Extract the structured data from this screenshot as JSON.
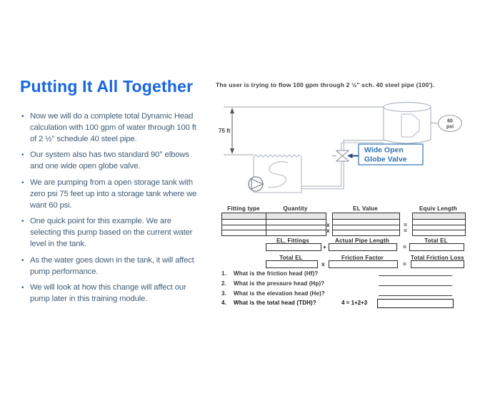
{
  "slide": {
    "title": "Putting It All Together",
    "bullets": [
      "Now we will do a complete total Dynamic Head calculation with 100 gpm of water through 100 ft of 2 ½\" schedule 40 steel pipe.",
      "Our system also has two standard 90° elbows and one wide open globe valve.",
      "We are pumping from a open storage tank with zero psi 75 feet up into a storage tank where we want 60 psi.",
      "One quick point for this example. We are selecting this pump based on the current water level in the tank.",
      "As the water goes down in the tank, it will affect pump performance.",
      "We will look at how this change will affect our pump later in this training module."
    ]
  },
  "diagram": {
    "caption": "The user is trying to flow 100 gpm through 2 ½\" sch. 40 steel pipe (100').",
    "elevation_label": "75 ft",
    "pressure_badge": {
      "line1": "60",
      "line2": "psi"
    },
    "callout": {
      "line1": "Wide Open",
      "line2": "Globe Valve"
    }
  },
  "worksheet": {
    "headers": {
      "fitting_type": "Fitting type",
      "quantity": "Quantity",
      "el_value": "EL Value",
      "equiv_length": "Equiv Length"
    },
    "fittings_row": {
      "el_fittings": "EL, Fittings",
      "actual_pipe_length": "Actual Pipe Length",
      "total_el": "Total EL"
    },
    "friction_row": {
      "total_el": "Total EL",
      "friction_factor": "Friction Factor",
      "total_friction_loss": "Total Friction Loss"
    },
    "operators": {
      "multiply": "x",
      "plus": "+",
      "equals": "="
    }
  },
  "questions": [
    {
      "num": "1.",
      "text": "What is the friction head (Hf)?"
    },
    {
      "num": "2.",
      "text": "What is the pressure head (Hp)?"
    },
    {
      "num": "3.",
      "text": "What is the elevation head (He)?"
    },
    {
      "num": "4.",
      "text": "What is the total head (TDH)?",
      "formula": "4 = 1+2+3"
    }
  ],
  "colors": {
    "title_blue": "#1766e0",
    "body_text": "#3f5c77",
    "callout_blue": "#2e74b5",
    "arrow_navy": "#1f4e79",
    "pipe_gray": "#b0b8c2",
    "ink": "#2b2b2b"
  }
}
